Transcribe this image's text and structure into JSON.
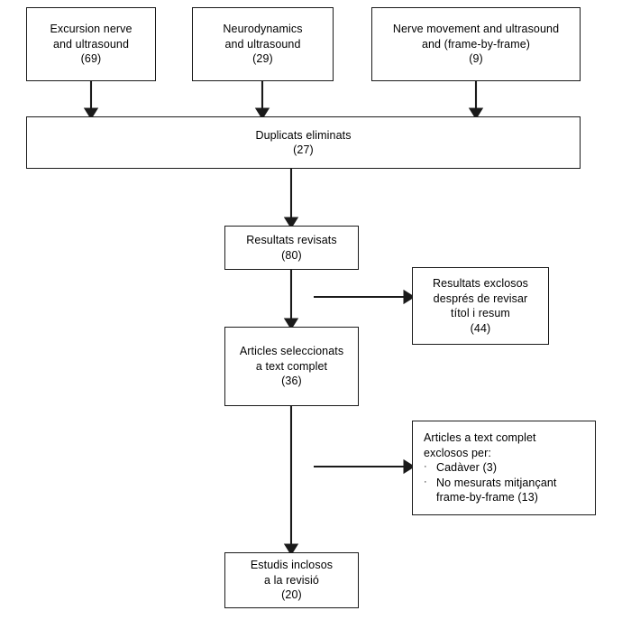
{
  "diagram": {
    "title": "PRISMA flow diagram",
    "language": "ca",
    "stroke_color": "#1a1a1a",
    "background_color": "#ffffff"
  },
  "nodes": {
    "source_1": {
      "lines": [
        "Excursion nerve",
        "and ultrasound",
        "(69)"
      ],
      "count": 69
    },
    "source_2": {
      "lines": [
        "Neurodynamics",
        "and ultrasound",
        "(29)"
      ],
      "count": 29
    },
    "source_3": {
      "lines": [
        "Nerve movement and ultrasound",
        "and (frame-by-frame)",
        "(9)"
      ],
      "count": 9
    },
    "duplicates": {
      "lines": [
        "Duplicats eliminats",
        "(27)"
      ],
      "count": 27
    },
    "screened": {
      "lines": [
        "Resultats revisats",
        "(80)"
      ],
      "count": 80
    },
    "excluded_screen": {
      "lines": [
        "Resultats exclosos",
        "després de revisar",
        "títol i resum",
        "(44)"
      ],
      "count": 44
    },
    "fulltext": {
      "lines": [
        "Articles seleccionats",
        "a text complet",
        "(36)"
      ],
      "count": 36
    },
    "excluded_fulltext": {
      "heading_lines": [
        "Articles a text complet",
        "exclosos per:"
      ],
      "bullet_mark": "·",
      "bullets": [
        {
          "lines": [
            "Cadàver (3)"
          ],
          "count": 3
        },
        {
          "lines": [
            "No mesurats mitjançant",
            "frame-by-frame (13)"
          ],
          "count": 13
        }
      ]
    },
    "included": {
      "lines": [
        "Estudis inclosos",
        "a la revisió",
        "(20)"
      ],
      "count": 20
    }
  },
  "chart_data": {
    "type": "diagram",
    "title": "PRISMA flow diagram",
    "stages": [
      {
        "id": "source_1",
        "label": "Excursion nerve and ultrasound",
        "value": 69
      },
      {
        "id": "source_2",
        "label": "Neurodynamics and ultrasound",
        "value": 29
      },
      {
        "id": "source_3",
        "label": "Nerve movement and ultrasound and (frame-by-frame)",
        "value": 9
      },
      {
        "id": "duplicates",
        "label": "Duplicats eliminats",
        "value": 27
      },
      {
        "id": "screened",
        "label": "Resultats revisats",
        "value": 80
      },
      {
        "id": "excluded_screen",
        "label": "Resultats exclosos després de revisar títol i resum",
        "value": 44
      },
      {
        "id": "fulltext",
        "label": "Articles seleccionats a text complet",
        "value": 36
      },
      {
        "id": "excluded_fulltext_cadaver",
        "label": "Cadàver",
        "value": 3
      },
      {
        "id": "excluded_fulltext_frame",
        "label": "No mesurats mitjançant frame-by-frame",
        "value": 13
      },
      {
        "id": "included",
        "label": "Estudis inclosos a la revisió",
        "value": 20
      }
    ],
    "edges": [
      {
        "from": "source_1",
        "to": "duplicates"
      },
      {
        "from": "source_2",
        "to": "duplicates"
      },
      {
        "from": "source_3",
        "to": "duplicates"
      },
      {
        "from": "duplicates",
        "to": "screened"
      },
      {
        "from": "screened",
        "to": "excluded_screen"
      },
      {
        "from": "screened",
        "to": "fulltext"
      },
      {
        "from": "fulltext",
        "to": "excluded_fulltext"
      },
      {
        "from": "fulltext",
        "to": "included"
      }
    ]
  }
}
